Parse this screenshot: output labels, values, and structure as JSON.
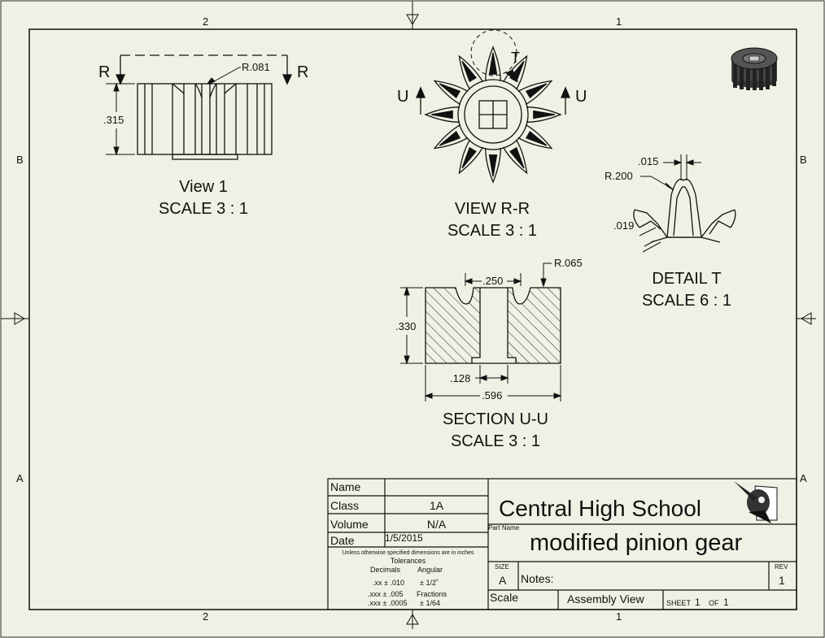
{
  "zones": {
    "top": [
      "2",
      "1"
    ],
    "bottom": [
      "2",
      "1"
    ],
    "left": [
      "B",
      "A"
    ],
    "right": [
      "B",
      "A"
    ]
  },
  "views": {
    "view1": {
      "title": "View 1",
      "scale": "SCALE 3 : 1",
      "section_marker": "R",
      "dim_height": ".315",
      "dim_radius": "R.081"
    },
    "view_rr": {
      "title": "VIEW R-R",
      "scale": "SCALE 3 : 1",
      "section_marker": "U",
      "detail_marker": "T"
    },
    "detail_t": {
      "title": "DETAIL  T",
      "scale": "SCALE 6 : 1",
      "dim_tip": ".015",
      "dim_radius": "R.200",
      "dim_side": ".019"
    },
    "section_uu": {
      "title": "SECTION U-U",
      "scale": "SCALE 3 : 1",
      "dim_bore": ".250",
      "dim_radius": "R.065",
      "dim_height": ".330",
      "dim_slot": ".128",
      "dim_width": ".596"
    }
  },
  "title_block": {
    "name_label": "Name",
    "name_value": "",
    "class_label": "Class",
    "class_value": "1A",
    "volume_label": "Volume",
    "volume_value": "N/A",
    "date_label": "Date",
    "date_value": "1/5/2015",
    "tolerance_note": "Unless otherwise specified dimensions are in inches",
    "tolerances_label": "Tolerances",
    "decimals_label": "Decimals",
    "angular_label": "Angular",
    "tol_xx": ".xx  ± .010",
    "tol_angular": "± 1/2˚",
    "tol_xxx": ".xxx  ± .005",
    "fractions_label": "Fractions",
    "tol_xxxx": ".xxx  ± .0005",
    "tol_fraction": "± 1/64",
    "school": "Central High School",
    "part_name_label": "Part Name",
    "part_name": "modified pinion gear",
    "size_label": "SIZE",
    "size_value": "A",
    "notes_label": "Notes:",
    "rev_label": "REV",
    "rev_value": "1",
    "scale_label": "Scale",
    "scale_value": "Assembly View",
    "sheet_label": "SHEET",
    "sheet_value": "1",
    "of_label": "OF",
    "of_value": "1",
    "logo_icon": "hornet-mascot-icon"
  },
  "iso_icon": "gear-3d-icon"
}
